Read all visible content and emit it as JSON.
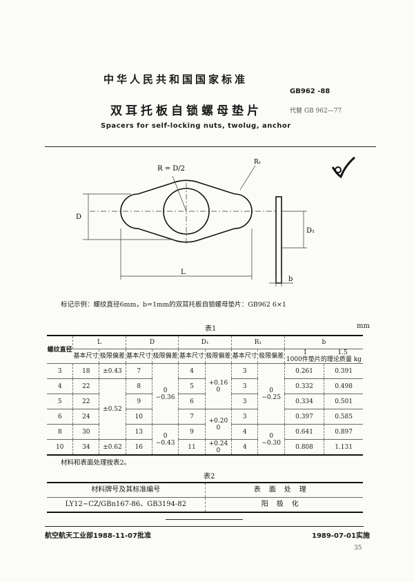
{
  "header": {
    "org": "中华人民共和国国家标准",
    "code": "GB962 -88",
    "title_cn": "双耳托板自锁螺母垫片",
    "replaces": "代替 GB 962—77",
    "title_en": "Spacers for self-locking nuts, twolug, anchor"
  },
  "drawing": {
    "label_R": "R = D/2",
    "label_R1": "R₁",
    "label_D": "D",
    "label_D1": "D₁",
    "label_L": "L",
    "label_b": "b"
  },
  "marking_example": "标记示例：螺纹直径6mm，b=1mm的双耳托板自锁螺母垫片：GB962  6×1",
  "table1": {
    "caption": "表1",
    "unit": "mm",
    "headers": {
      "thread_dia": "螺纹直径",
      "L": "L",
      "D": "D",
      "D1": "D₁",
      "R1": "R₁",
      "b": "b",
      "basic": "基本尺寸",
      "tol": "极限偏差",
      "b1": "1",
      "b15": "1.5",
      "mass": "1000件垫片的理论质量 kg"
    },
    "rows": [
      {
        "d": "3",
        "L": "18",
        "D": "7",
        "D1": "4",
        "R1": "3",
        "m1": "0.261",
        "m15": "0.391"
      },
      {
        "d": "4",
        "L": "22",
        "D": "8",
        "D1": "5",
        "R1": "3",
        "m1": "0.332",
        "m15": "0.498"
      },
      {
        "d": "5",
        "L": "22",
        "D": "9",
        "D1": "6",
        "R1": "3",
        "m1": "0.334",
        "m15": "0.501"
      },
      {
        "d": "6",
        "L": "24",
        "D": "10",
        "D1": "7",
        "R1": "3",
        "m1": "0.397",
        "m15": "0.585"
      },
      {
        "d": "8",
        "L": "30",
        "D": "13",
        "D1": "9",
        "R1": "4",
        "m1": "0.641",
        "m15": "0.897"
      },
      {
        "d": "10",
        "L": "34",
        "D": "16",
        "D1": "11",
        "R1": "4",
        "m1": "0.808",
        "m15": "1.131"
      }
    ],
    "tol": {
      "L_a": "±0.43",
      "L_b": "±0.52",
      "L_c": "±0.62",
      "D_a": "0\n−0.36",
      "D_b": "0\n−0.43",
      "D1_a": "+0.16\n0",
      "D1_b": "+0.20\n0",
      "D1_c": "+0.24\n0",
      "R1_a": "0\n−0.25",
      "R1_b": "0\n−0.30"
    }
  },
  "material_note": "材料和表面处理按表2。",
  "table2": {
    "caption": "表2",
    "col1": "材料牌号及其标准编号",
    "col2": "表面处理",
    "material": "LY12−CZ/GBn167-86、GB3194-82",
    "treatment": "阳极化"
  },
  "footer": {
    "approved": "航空航天工业部1988-11-07批准",
    "effective": "1989-07-01实施",
    "page": "35"
  }
}
